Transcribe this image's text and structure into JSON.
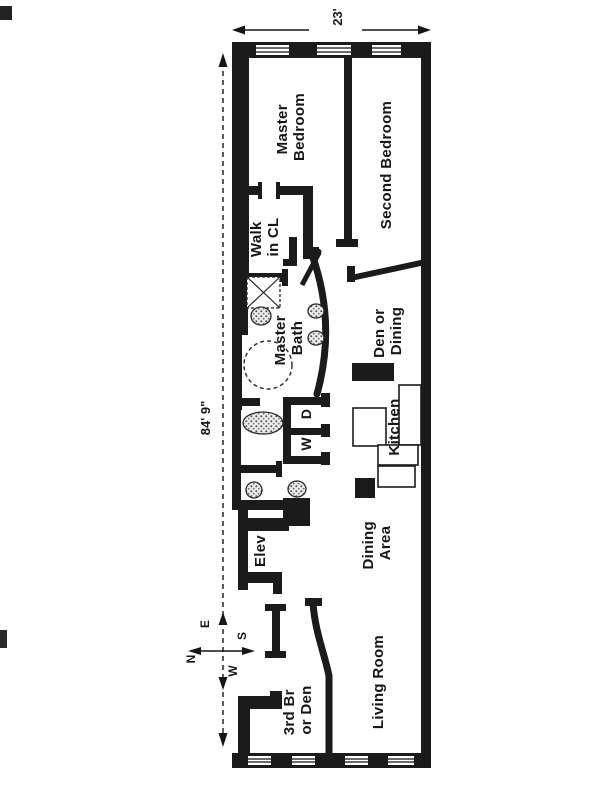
{
  "dimensions": {
    "width": "23'",
    "height": "84' 9\""
  },
  "compass": {
    "up": "E",
    "down": "W",
    "left": "N",
    "right": "S"
  },
  "rooms": {
    "master_bedroom": {
      "line1": "Master",
      "line2": "Bedroom"
    },
    "second_bedroom": {
      "label": "Second Bedroom"
    },
    "walk_in_closet": {
      "line1": "Walk",
      "line2": "in CL"
    },
    "master_bath": {
      "line1": "Master",
      "line2": "Bath"
    },
    "den_or_dining": {
      "line1": "Den or",
      "line2": "Dining"
    },
    "laundry": {
      "washer": "W",
      "dryer": "D"
    },
    "kitchen": {
      "label": "Kitchen"
    },
    "elevator": {
      "label": "Elev"
    },
    "dining_area": {
      "line1": "Dining",
      "line2": "Area"
    },
    "living_room": {
      "label": "Living Room"
    },
    "third_bedroom": {
      "line1": "3rd Br",
      "line2": "or Den"
    }
  },
  "colors": {
    "ink": "#1b1b1b",
    "paper": "#ffffff"
  }
}
